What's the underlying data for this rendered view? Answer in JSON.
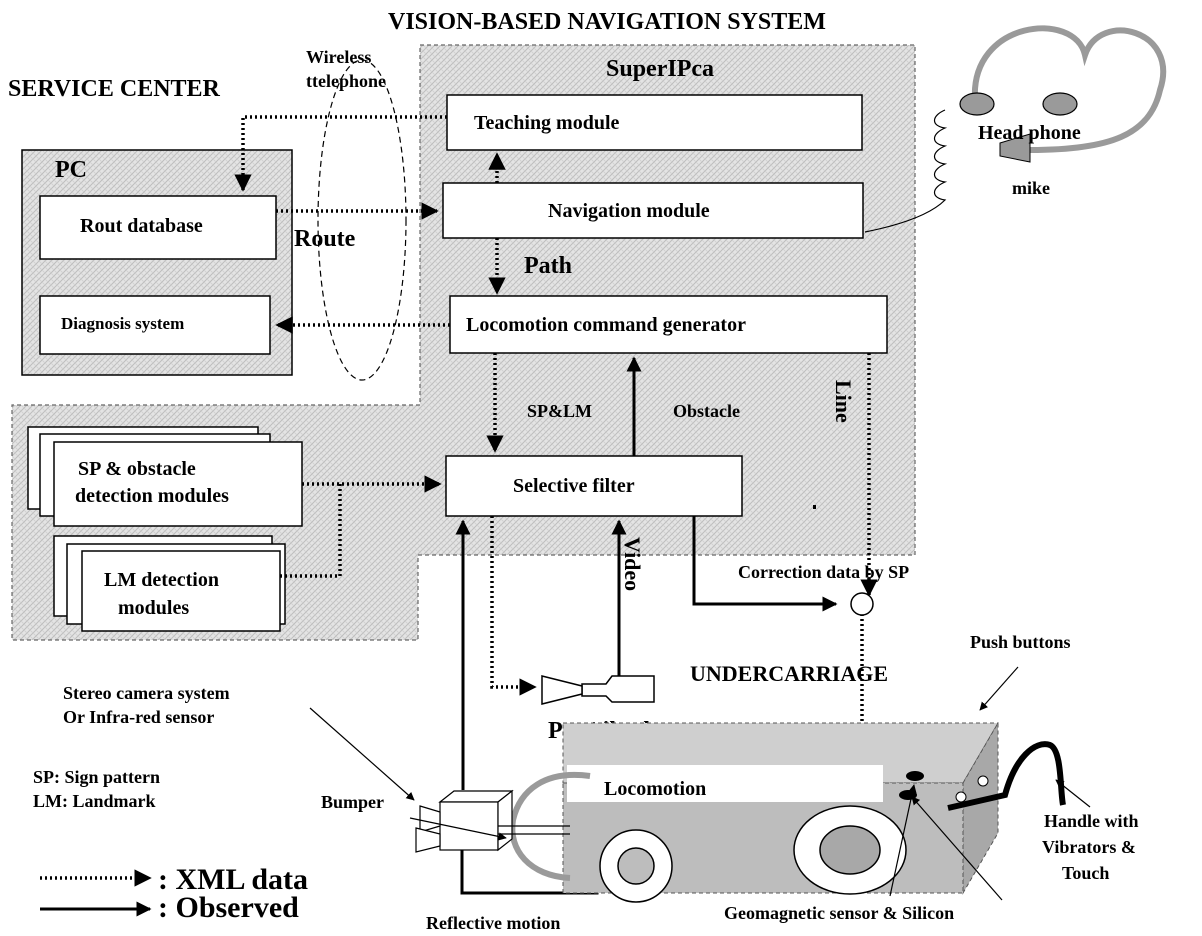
{
  "title": "VISION-BASED NAVIGATION SYSTEM",
  "regions": {
    "service_center": "SERVICE CENTER",
    "superipca": "SuperIPca",
    "pc": "PC",
    "undercarriage": "UNDERCARRIAGE"
  },
  "modules": {
    "teaching": "Teaching module",
    "navigation": "Navigation module",
    "locomotion_cmd": "Locomotion command generator",
    "selective_filter": "Selective filter",
    "rout_database": "Rout database",
    "diagnosis": "Diagnosis system",
    "sp_obstacle_line1": "SP & obstacle",
    "sp_obstacle_line2": "detection modules",
    "lm_detection_line1": "LM detection",
    "lm_detection_line2": "modules",
    "locomotion": "Locomotion"
  },
  "edge_labels": {
    "wireless_line1": "Wireless",
    "wireless_line2": "ttelephone",
    "route": "Route",
    "path": "Path",
    "sp_lm": "SP&LM",
    "obstacle": "Obstacle",
    "line": "Line",
    "video": "Video",
    "correction": "Correction data by SP"
  },
  "hardware": {
    "head_phone": "Head phone",
    "mike": "mike",
    "push_buttons": "Push buttons",
    "stereo_line1": "Stereo camera system",
    "stereo_line2": "Or Infra-red sensor",
    "pan_tilt": "Pan/tilt plate",
    "bumper": "Bumper",
    "reflective_motion": "Reflective motion",
    "geomagnetic": "Geomagnetic sensor & Silicon",
    "handle_line1": "Handle with",
    "handle_line2": "Vibrators  &",
    "handle_line3": "Touch"
  },
  "abbreviations": {
    "sp": "SP: Sign pattern",
    "lm": "LM: Landmark"
  },
  "legend": {
    "xml": ": XML data",
    "observed": ": Observed"
  }
}
